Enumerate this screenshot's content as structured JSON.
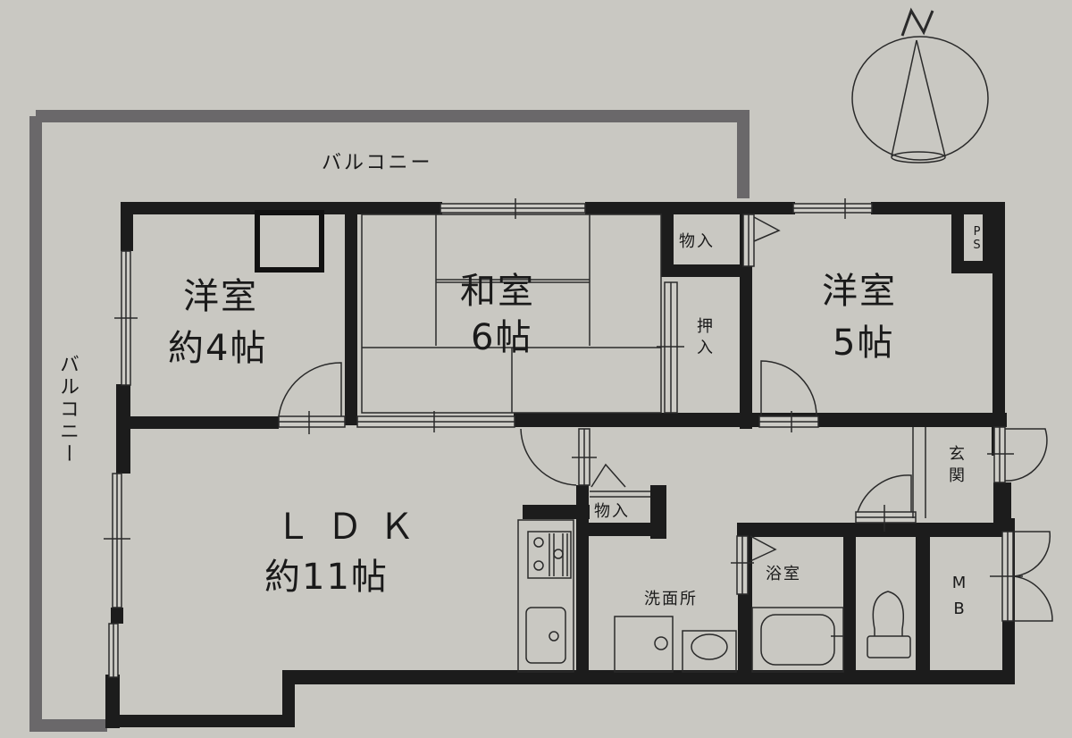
{
  "colors": {
    "paper": "#c9c8c2",
    "room_fill": "#cdccc6",
    "wall": "#1c1c1c",
    "balcony_rail": "#6a686a",
    "line": "#2a2a2a"
  },
  "compass": {
    "label": "N",
    "icon": "north-arrow-icon"
  },
  "balcony": {
    "top_label": "バルコニー",
    "left_label": "バルコニー"
  },
  "rooms": {
    "western_room_1": {
      "name": "洋室",
      "size": "約4帖"
    },
    "japanese_room": {
      "name": "和室",
      "size": "6帖"
    },
    "western_room_2": {
      "name": "洋室",
      "size": "5帖"
    },
    "ldk": {
      "name": "ＬＤＫ",
      "size": "約11帖"
    },
    "storage_top": {
      "name": "物入"
    },
    "closet": {
      "name": "押入"
    },
    "storage_hall": {
      "name": "物入"
    },
    "washroom": {
      "name": "洗面所"
    },
    "bathroom": {
      "name": "浴室"
    },
    "entrance": {
      "name": "玄関"
    },
    "meter_box": {
      "name": "MB"
    },
    "pipe_space": {
      "name": "PS"
    }
  }
}
